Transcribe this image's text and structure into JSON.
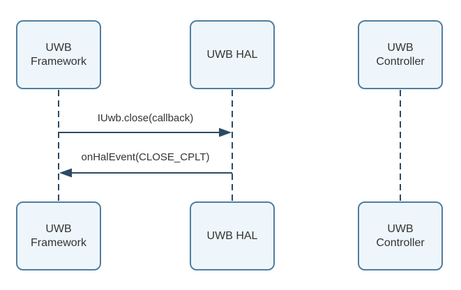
{
  "diagram": {
    "type": "sequence-diagram",
    "actors": [
      {
        "id": "uwb-framework",
        "label": "UWB Framework"
      },
      {
        "id": "uwb-hal",
        "label": "UWB HAL"
      },
      {
        "id": "uwb-controller",
        "label": "UWB Controller"
      }
    ],
    "messages": [
      {
        "label": "IUwb.close(callback)",
        "from": "UWB Framework",
        "to": "UWB HAL",
        "direction": "right"
      },
      {
        "label": "onHalEvent(CLOSE_CPLT)",
        "from": "UWB HAL",
        "to": "UWB Framework",
        "direction": "left"
      }
    ],
    "colors": {
      "background": "#ffffff",
      "box_fill": "#eef6fb",
      "box_border": "#4f7ea0",
      "line": "#2a4a63",
      "text": "#333333"
    }
  }
}
